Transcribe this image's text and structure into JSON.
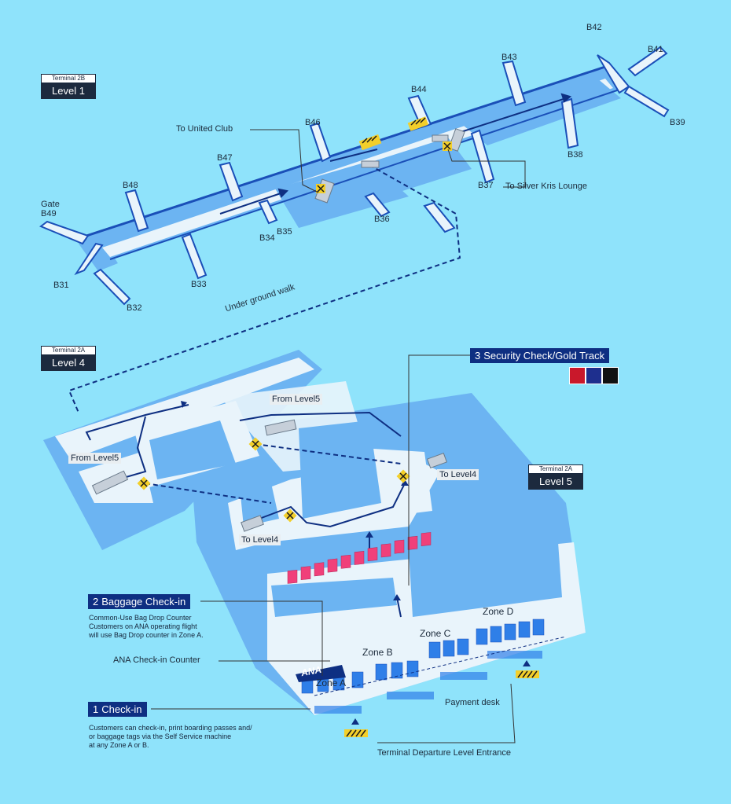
{
  "terminal_2b": {
    "terminal": "Terminal 2B",
    "level": "Level 1"
  },
  "terminal_2a_l4": {
    "terminal": "Terminal 2A",
    "level": "Level 4"
  },
  "terminal_2a_l5": {
    "terminal": "Terminal 2A",
    "level": "Level 5"
  },
  "gates": {
    "b42": "B42",
    "b41": "B41",
    "b43": "B43",
    "b44": "B44",
    "b39": "B39",
    "b46": "B46",
    "b38": "B38",
    "b47": "B47",
    "b37": "B37",
    "b48": "B48",
    "gate_word": "Gate",
    "b49": "B49",
    "b36": "B36",
    "b35": "B35",
    "b34": "B34",
    "b33": "B33",
    "b31": "B31",
    "b32": "B32"
  },
  "labels": {
    "united_club": "To United Club",
    "silver_kris": "To Silver Kris Lounge",
    "underground_walk": "Under ground walk",
    "from_level5_a": "From Level5",
    "from_level5_b": "From Level5",
    "to_level4_a": "To Level4",
    "to_level4_b": "To Level4",
    "ana_counter": "ANA Check-in Counter",
    "zone_a": "Zone A",
    "zone_b": "Zone B",
    "zone_c": "Zone C",
    "zone_d": "Zone D",
    "payment_desk": "Payment desk",
    "entrance": "Terminal Departure Level Entrance",
    "ana_logo": "ANA"
  },
  "callouts": {
    "security": {
      "num": "3",
      "text": "Security Check/Gold Track"
    },
    "baggage": {
      "num": "2",
      "text": "Baggage Check-in"
    },
    "checkin": {
      "num": "1",
      "text": "Check-in"
    }
  },
  "notes": {
    "baggage_1": "Common-Use Bag Drop Counter",
    "baggage_2": "Customers on ANA operating flight",
    "baggage_3": "will use Bag Drop counter in Zone A.",
    "checkin_1": "Customers can check-in, print boarding passes and/",
    "checkin_2": "or baggage tags via the Self Service machine",
    "checkin_3": "at any Zone A or B."
  },
  "colors": {
    "background": "#8fe3fb",
    "floor": "#6cb4f2",
    "walkway": "#e9f4fb",
    "wall_dark": "#1a4fb8",
    "route": "#0e2f82",
    "security_lane": "#f0407a",
    "kiosk": "#2f7fe8",
    "callout_bg": "#0e2f82"
  },
  "icons": [
    "escalator-icon",
    "x-marker-icon",
    "gate-stripe-icon",
    "security-lane-icon",
    "kiosk-icon",
    "airline-logo-icon"
  ]
}
